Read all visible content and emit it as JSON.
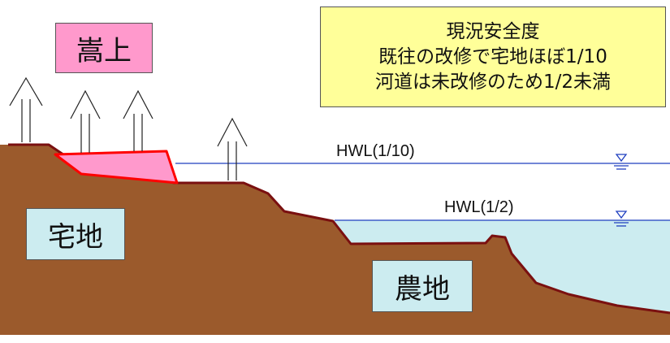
{
  "labels": {
    "raised": "嵩上",
    "residential": "宅地",
    "farmland": "農地"
  },
  "safety": {
    "title": "現況安全度",
    "line1": "既往の改修で宅地ほぼ1/10",
    "line2": "河道は未改修のため1/2未満"
  },
  "water_levels": {
    "hwl_10": "HWL(1/10)",
    "hwl_2": "HWL(1/2)"
  },
  "colors": {
    "ground": "#9b5a2c",
    "ground_outline": "#7a1010",
    "raised_fill": "#ff99cc",
    "raised_outline": "#ff0000",
    "water": "#ccecf0",
    "water_line": "#1f3fbf",
    "callout_fill": "#ffff99"
  },
  "icons": [
    "up-arrow-icon",
    "water-level-marker-icon"
  ]
}
